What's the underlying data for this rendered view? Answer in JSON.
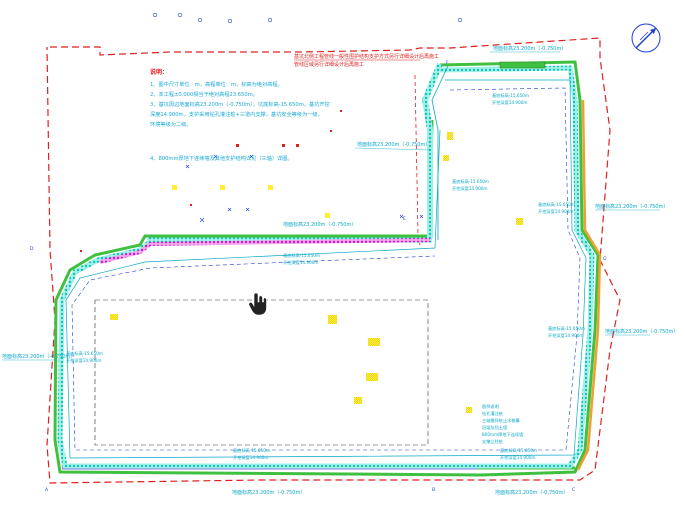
{
  "drawing": {
    "top_annotation": {
      "line1": "基坑北侧工程管线一般性围护结构支护方式另行详细设计后再施工",
      "line2": "管线区域另行详细设计后再施工"
    },
    "notes": {
      "title": "说明：",
      "lines": [
        "1、图中尺寸单位：m，高程单位：m，标高为绝对高程。",
        "2、本工程±0.000相当于绝对高程23.650m。",
        "3、基坑周边地面标高23.200m（-0.750m），坑底标高-15.650m，基坑开挖",
        "   深度14.900m，支护采用钻孔灌注桩+三道内支撑，基坑安全等级为一级，",
        "   环境等级为二级。",
        "4、800mm厚地下连续墙及其他支护结构详见（三轴）详图。"
      ]
    },
    "labels": {
      "top_ground": "地面标高23.200m（-0.750m）",
      "right_ground_upper": "地面标高23.200m（-0.750m）",
      "right_ground_lower": "地面标高23.200m（-0.750m）",
      "bottom_ground": "地面标高23.200m（-0.750m）",
      "bottom_ground_right": "地面标高23.200m（-0.750m）",
      "left_ground": "地面标高23.200m（-0.750m）",
      "middle_ground_left": "地面标高23.200m（-0.750m）",
      "step_ground": "地面标高23.200m（-0.750m）",
      "pit_bottom_ne": "基底标高-15.650m",
      "depth_ne": "开挖深度14.900m",
      "pit_bottom_notch": "基底标高-15.650m",
      "depth_notch": "开挖深度14.900m",
      "pit_bottom_east": "基底标高-15.650m",
      "depth_east": "开挖深度14.900m",
      "pit_bottom_middle": "基底标高-15.650m",
      "depth_middle": "开挖深度14.900m",
      "pit_bottom_right": "基底标高-15.650m",
      "depth_right": "开挖深度14.900m",
      "pit_bottom_west": "基底标高-15.650m",
      "depth_west": "开挖深度14.900m",
      "pit_bottom_south": "基底标高-15.650m",
      "depth_south": "开挖深度14.900m",
      "pit_bottom_se": "基底标高-15.650m",
      "depth_se": "开挖深度14.900m"
    },
    "legend": {
      "title": "图例说明",
      "items": [
        "钻孔灌注桩",
        "三轴搅拌桩止水帷幕",
        "冠梁及挡土墙",
        "800mm厚地下连续墙",
        "支撑立柱桩"
      ]
    },
    "grid_marks": {
      "a": "A",
      "b": "B",
      "c": "C",
      "d": "D",
      "e": "E",
      "f": "F",
      "g": "G"
    },
    "colors": {
      "site_boundary": "#e02020",
      "pit_outline": "#0aa8c8",
      "pile_row": "#2ecfc4",
      "diaphragm_wall": "#d040d0",
      "struts": "#2040d0",
      "yellow_markers": "#ffee33",
      "orange_band": "#f0a030",
      "green_band": "#40c040"
    },
    "icons": {
      "compass": "north-arrow-icon",
      "cursor": "hand-cursor-icon"
    }
  }
}
